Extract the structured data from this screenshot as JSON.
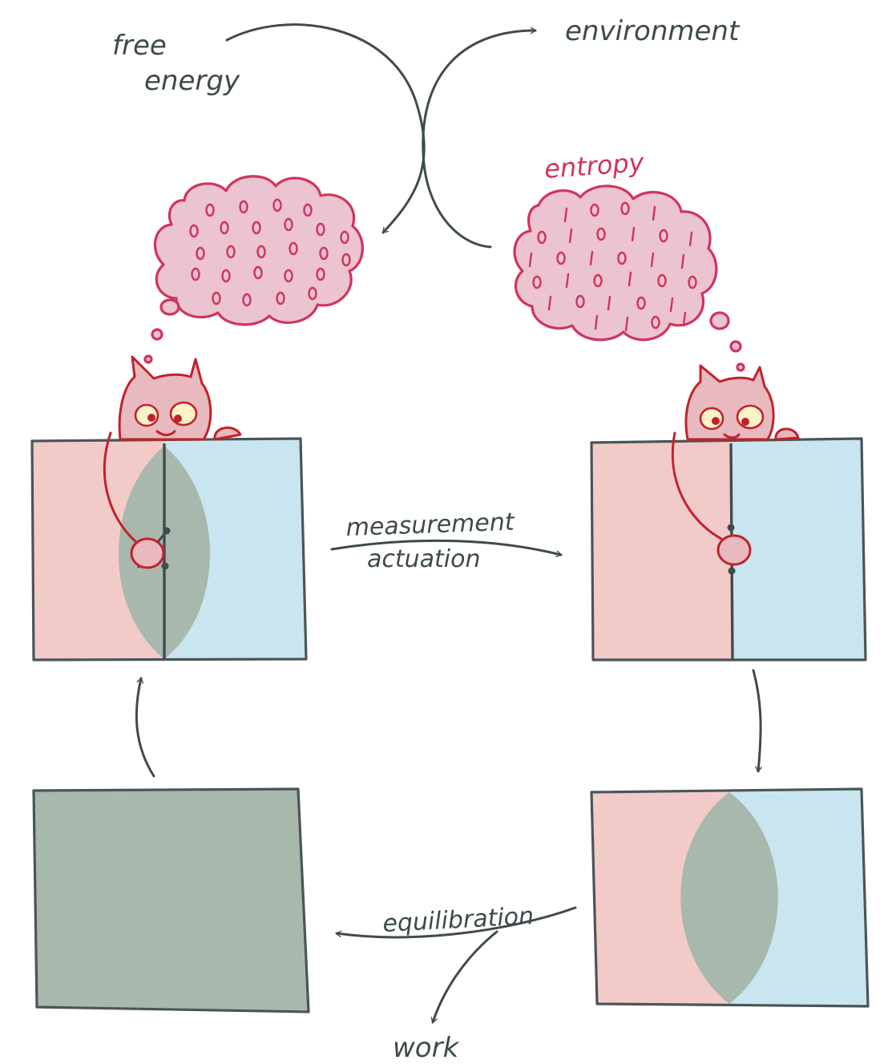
{
  "labels": {
    "free_energy_line1": "free",
    "free_energy_line2": "energy",
    "environment": "environment",
    "entropy": "entropy",
    "measurement": "measurement",
    "actuation": "actuation",
    "equilibration": "equilibration",
    "work": "work"
  },
  "memory_clouds": {
    "left_bits": [
      "0",
      "0",
      "0",
      "0",
      "0",
      "0",
      "0",
      "0",
      "0",
      "0",
      "0",
      "0",
      "0",
      "0",
      "0",
      "0",
      "0",
      "0",
      "0",
      "0",
      "0",
      "0",
      "0",
      "0",
      "0"
    ],
    "right_bits": [
      "1",
      "0",
      "0",
      "1",
      "0",
      "1",
      "0",
      "1",
      "0",
      "1",
      "1",
      "0",
      "1",
      "0",
      "1",
      "1",
      "0",
      "1",
      "0",
      "1",
      "0",
      "0",
      "1",
      "0",
      "1",
      "0",
      "1",
      "1",
      "1",
      "0",
      "1"
    ]
  },
  "colors": {
    "hot_side": "#f2cbc8",
    "cold_side": "#c9e6f0",
    "mixed_gas": "#a8b8ad",
    "cloud_fill": "#ecc3d0",
    "cloud_ink": "#d0345c",
    "demon_fill": "#e8b9bf",
    "demon_ink": "#c0222c",
    "pencil_ink": "#3f4b4d"
  }
}
